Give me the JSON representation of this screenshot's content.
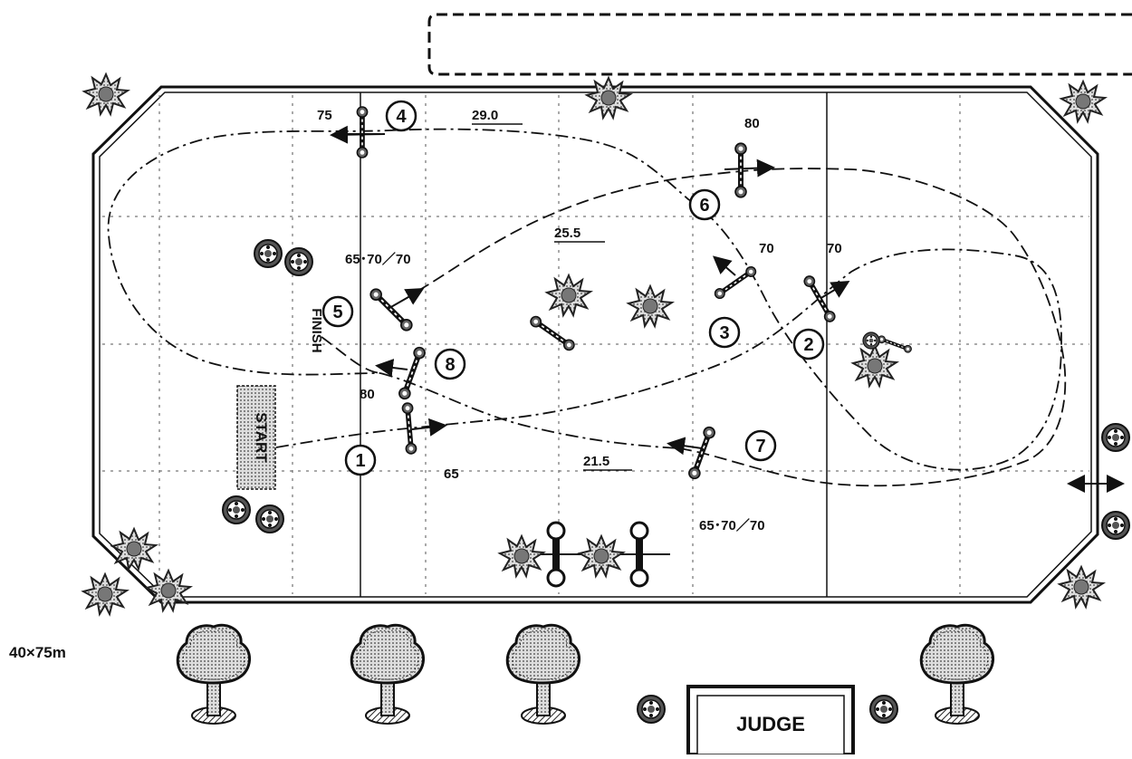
{
  "arena": {
    "size": "40×75m",
    "start_label": "START",
    "finish_label": "FINISH",
    "judge_label": "JUDGE"
  },
  "obstacles": [
    {
      "number": "①",
      "height": "65"
    },
    {
      "number": "②",
      "height": "70"
    },
    {
      "number": "③",
      "height": "70"
    },
    {
      "number": "④",
      "height": "75"
    },
    {
      "number": "⑤",
      "height": "65･70／70"
    },
    {
      "number": "⑥",
      "height": "80"
    },
    {
      "number": "⑦",
      "height": "65･70／70"
    },
    {
      "number": "⑧",
      "height": "80"
    }
  ],
  "distances": [
    "29.0",
    "25.5",
    "21.5"
  ],
  "icons": [
    "tree-icon",
    "shrub-icon",
    "flower-pot-icon",
    "arrow-icon"
  ]
}
